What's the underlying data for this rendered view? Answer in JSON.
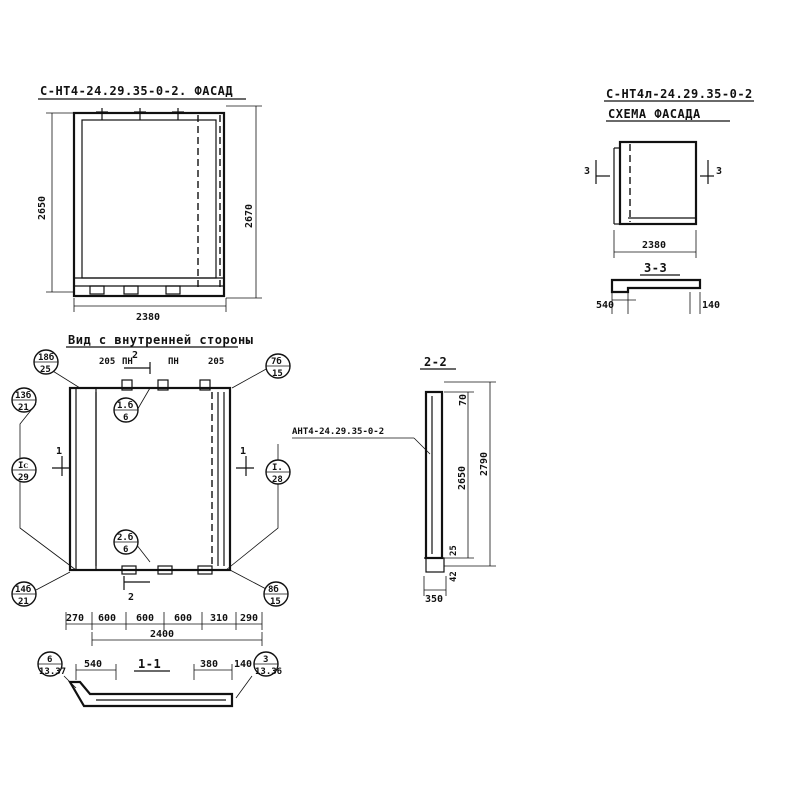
{
  "facade": {
    "title": "С-НТ4-24.29.35-0-2. ФАСАД",
    "dim_height_left": "2650",
    "dim_height_right": "2670",
    "dim_width": "2380"
  },
  "scheme": {
    "title_line1": "С-НТ4л-24.29.35-0-2",
    "title_line2": "СХЕМА ФАСАДА",
    "section_mark": "3",
    "dim_width": "2380"
  },
  "section33": {
    "title": "3-3",
    "dim_left": "540",
    "dim_right": "140"
  },
  "inner_view": {
    "title": "Вид с внутренней стороны",
    "pn_left": "ПН",
    "pn_right": "ПН",
    "dim_205_left": "205",
    "dim_205_right": "205",
    "cut_mark": "2",
    "section_mark": "1",
    "bottom_dims": [
      "270",
      "600",
      "600",
      "600",
      "310",
      "290"
    ],
    "dim_total": "2400",
    "callouts": [
      {
        "top": "18б",
        "bottom": "25"
      },
      {
        "top": "7б",
        "bottom": "15"
      },
      {
        "top": "13б",
        "bottom": "21"
      },
      {
        "top": "1.б",
        "bottom": "6"
      },
      {
        "top": "Iᴄ",
        "bottom": "29"
      },
      {
        "top": "I.",
        "bottom": "28"
      },
      {
        "top": "2.б",
        "bottom": "6"
      },
      {
        "top": "14б",
        "bottom": "21"
      },
      {
        "top": "8б",
        "bottom": "15"
      }
    ]
  },
  "section11": {
    "title": "1-1",
    "dim_left": "540",
    "dim_right1": "380",
    "dim_right2": "140",
    "callout_left": {
      "top": "6",
      "bottom": "13.37"
    },
    "callout_right": {
      "top": "3",
      "bottom": "13.36"
    }
  },
  "section22": {
    "title": "2-2",
    "label": "АНТ4-24.29.35-0-2",
    "dim_total": "2790",
    "dim_main": "2650",
    "dim_top": "70",
    "dim_bottom1": "25",
    "dim_bottom2": "42",
    "dim_width": "350"
  }
}
